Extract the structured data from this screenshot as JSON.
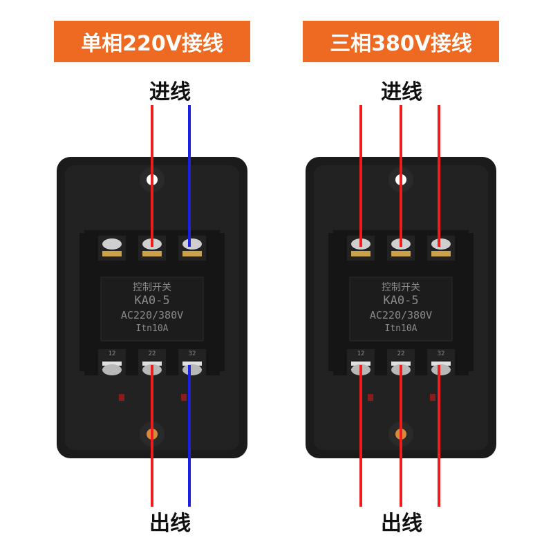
{
  "left": {
    "title": "单相220V接线",
    "in_label": "进线",
    "out_label": "出线"
  },
  "right": {
    "title": "三相380V接线",
    "in_label": "进线",
    "out_label": "出线"
  },
  "device": {
    "name": "控制开关",
    "model": "KA0-5",
    "voltage": "AC220/380V",
    "current": "Itn10A",
    "terminal_labels": [
      "12",
      "22",
      "32"
    ]
  },
  "colors": {
    "accent": "#ee6a22",
    "wire_red": "#ee1c1c",
    "wire_blue": "#1d20e0",
    "housing": "#1b1b1b"
  }
}
